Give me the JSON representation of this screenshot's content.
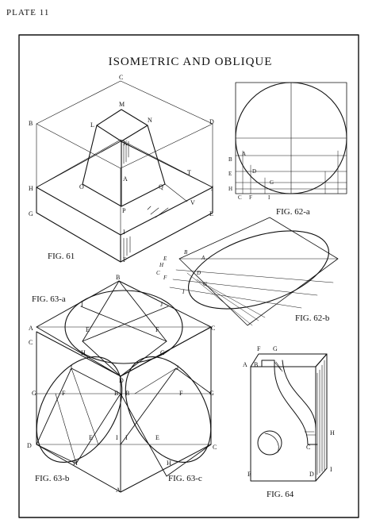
{
  "header": {
    "plate": "PLATE 11"
  },
  "title": "ISOMETRIC AND OBLIQUE",
  "figures": {
    "fig61": {
      "caption": "FIG. 61",
      "labels": {
        "C": "C",
        "B": "B",
        "D": "D",
        "M": "M",
        "L": "L",
        "N": "N",
        "K": "K",
        "O": "O",
        "A": "A",
        "Q": "Q",
        "T": "T",
        "H": "H",
        "J": "J",
        "P": "P",
        "G": "G",
        "E": "E",
        "V": "V",
        "I": "I",
        "F": "F"
      }
    },
    "fig62a": {
      "caption": "FIG. 62-a",
      "labels": {
        "A": "A",
        "B": "B",
        "D": "D",
        "E": "E",
        "G": "G",
        "H": "H",
        "C": "C",
        "F": "F",
        "I": "I"
      }
    },
    "fig62b": {
      "caption": "FIG. 62-b",
      "labels": {
        "B": "B",
        "A": "A",
        "D": "D",
        "G": "G",
        "E": "E",
        "H": "H",
        "C": "C",
        "F": "F",
        "I": "I"
      }
    },
    "fig63a": {
      "caption": "FIG. 63-a",
      "labels": {
        "B": "B",
        "I": "I",
        "J": "J",
        "A": "A",
        "E": "E",
        "F": "F",
        "H": "H",
        "G": "G",
        "D": "D",
        "C": "C"
      }
    },
    "fig63b": {
      "caption": "FIG. 63-b",
      "labels": {
        "C": "C",
        "J": "J",
        "G": "G",
        "F": "F",
        "B": "B",
        "D": "D",
        "E": "E",
        "I": "I",
        "H": "H",
        "A": "A"
      }
    },
    "fig63c": {
      "caption": "FIG. 63-c",
      "labels": {
        "J": "J",
        "B": "B",
        "G": "G",
        "F": "F",
        "E": "E",
        "I": "I",
        "H": "H",
        "C": "C"
      }
    },
    "fig64": {
      "caption": "FIG. 64",
      "labels": {
        "F": "F",
        "G": "G",
        "A": "A",
        "B": "B",
        "H": "H",
        "C": "C",
        "E": "E",
        "D": "D",
        "I": "I"
      }
    }
  }
}
